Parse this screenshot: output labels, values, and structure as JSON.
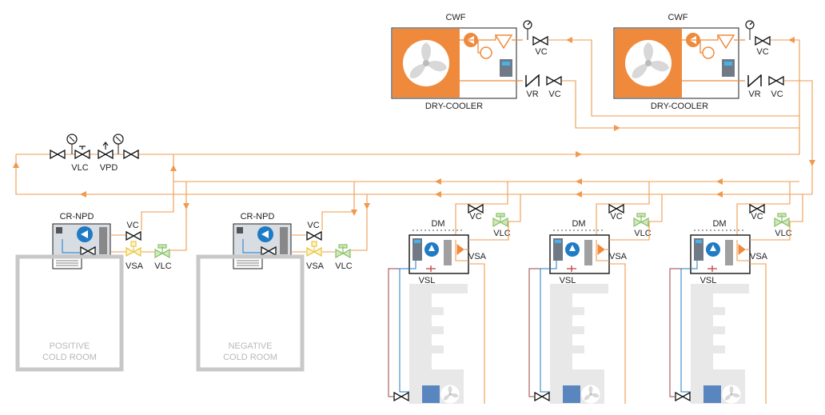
{
  "dry_coolers": [
    {
      "top_label": "CWF",
      "bottom_label": "DRY-COOLER",
      "valve_top": "VC",
      "valve_r": "VR",
      "valve_c": "VC"
    },
    {
      "top_label": "CWF",
      "bottom_label": "DRY-COOLER",
      "valve_top": "VC",
      "valve_r": "VR",
      "valve_c": "VC"
    }
  ],
  "main_line": {
    "vlc": "VLC",
    "vpd": "VPD"
  },
  "cold_units": [
    {
      "unit": "CR-NPD",
      "vc": "VC",
      "vsa": "VSA",
      "vlc": "VLC",
      "room_line1": "POSITIVE",
      "room_line2": "COLD ROOM"
    },
    {
      "unit": "CR-NPD",
      "vc": "VC",
      "vsa": "VSA",
      "vlc": "VLC",
      "room_line1": "NEGATIVE",
      "room_line2": "COLD ROOM"
    }
  ],
  "display_units": [
    {
      "dm": "DM",
      "vc": "VC",
      "vlc": "VLC",
      "vsa": "VSA",
      "vsl": "VSL"
    },
    {
      "dm": "DM",
      "vc": "VC",
      "vlc": "VLC",
      "vsa": "VSA",
      "vsl": "VSL"
    },
    {
      "dm": "DM",
      "vc": "VC",
      "vlc": "VLC",
      "vsa": "VSA",
      "vsl": "VSL"
    }
  ],
  "colors": {
    "pipe": "#ef9a4f",
    "accent_blue": "#1f7bc4",
    "room_gray": "#c8c8c8",
    "valve_green": "#8fc46f",
    "valve_yellow": "#e6c84a",
    "liquid_red": "#c04040"
  }
}
